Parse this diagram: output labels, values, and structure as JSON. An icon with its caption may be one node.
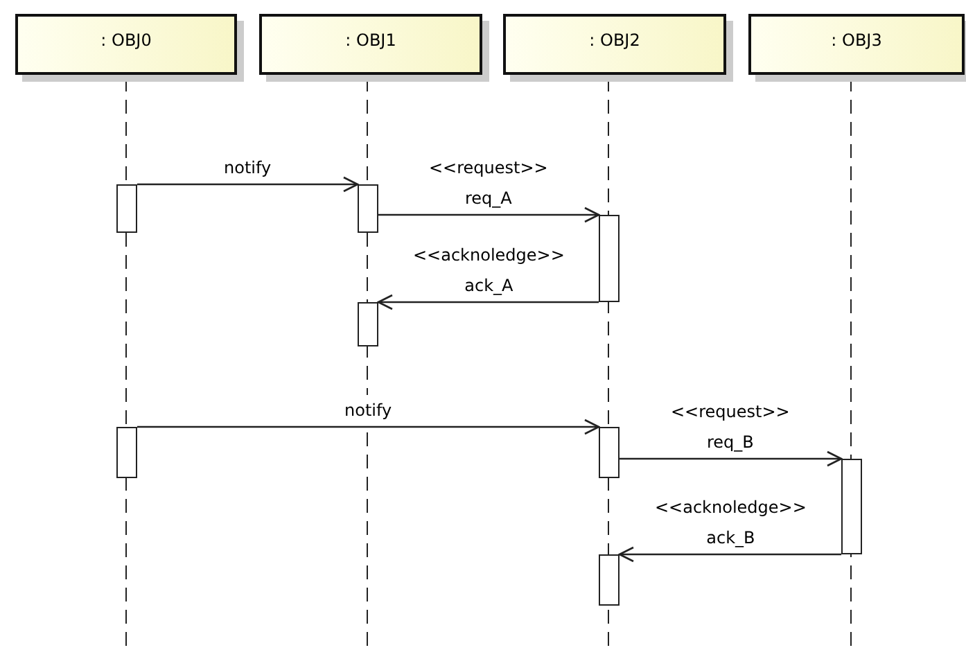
{
  "diagram": {
    "nodes": [
      {
        "text": [
          ": OBJ0"
        ]
      },
      {
        "text": [
          ": OBJ1"
        ]
      },
      {
        "text": [
          ": OBJ2"
        ]
      },
      {
        "text": [
          ": OBJ3"
        ]
      },
      {
        "text": [],
        "shape": "bar"
      },
      {
        "text": [],
        "shape": "bar"
      },
      {
        "text": [],
        "shape": "bar"
      },
      {
        "text": [],
        "shape": "bar"
      },
      {
        "text": [],
        "shape": "bar"
      },
      {
        "text": [],
        "shape": "bar"
      },
      {
        "text": [],
        "shape": "bar"
      },
      {
        "text": [],
        "shape": "bar"
      }
    ],
    "edges": [
      {
        "from": 4,
        "to": 5,
        "arrow": "to",
        "label": "notify"
      },
      {
        "from": 5,
        "to": 6,
        "arrow": "to",
        "label": "<<request>> req_A"
      },
      {
        "from": 6,
        "to": 7,
        "arrow": "to",
        "label": "<<acknoledge>> ack_A"
      },
      {
        "from": 8,
        "to": 9,
        "arrow": "to",
        "label": "notify"
      },
      {
        "from": 9,
        "to": 10,
        "arrow": "to",
        "label": "<<request>> req_B"
      },
      {
        "from": 10,
        "to": 11,
        "arrow": "to",
        "label": "<<acknoledge>> ack_B"
      }
    ]
  }
}
